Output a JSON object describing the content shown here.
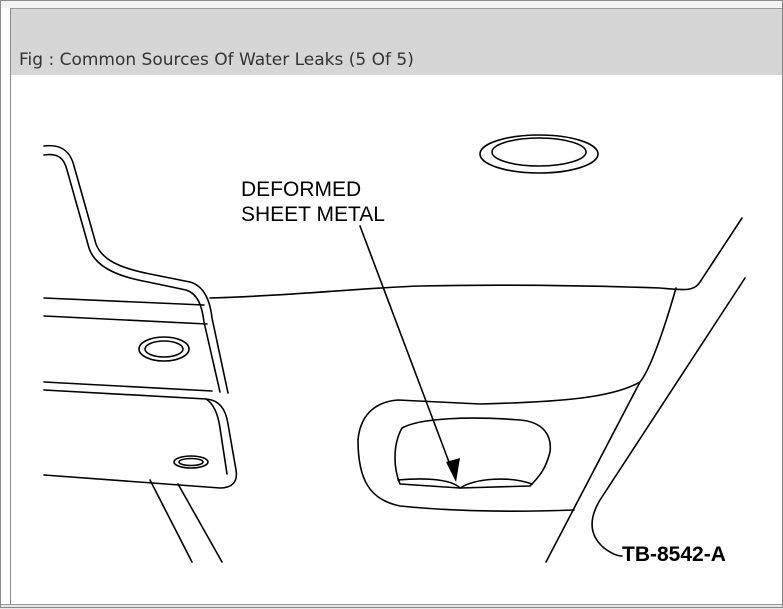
{
  "caption": {
    "title": "Fig : Common Sources Of Water Leaks (5 Of 5)"
  },
  "diagram": {
    "callout_line1": "DEFORMED",
    "callout_line2": "SHEET METAL",
    "reference_code": "TB-8542-A"
  }
}
